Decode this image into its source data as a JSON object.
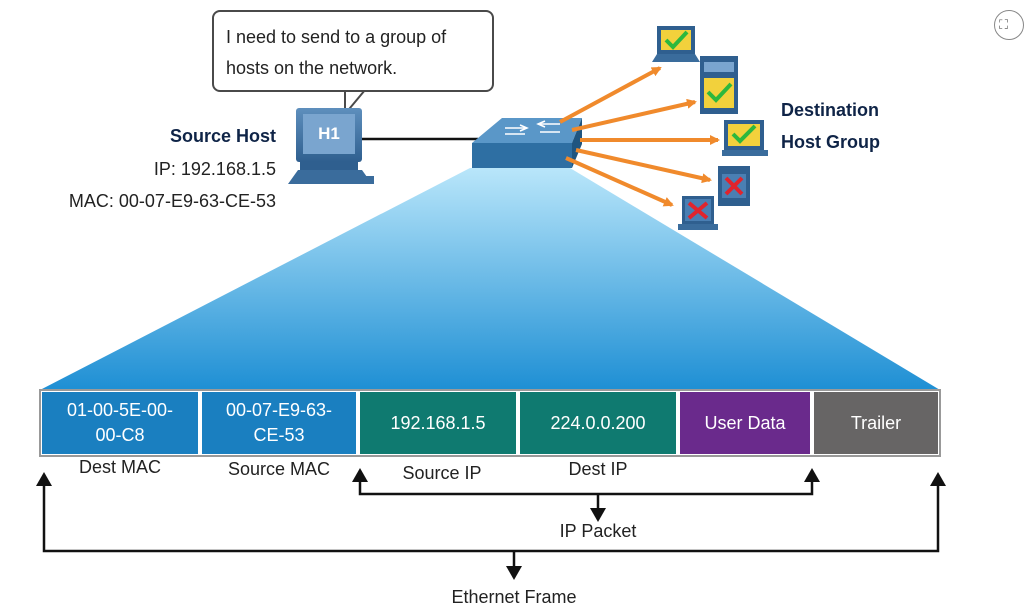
{
  "bubble_text": "I need to send to a group of hosts on the network.",
  "source_host": {
    "title": "Source Host",
    "ip": "IP: 192.168.1.5",
    "mac": "MAC: 00-07-E9-63-CE-53",
    "pc_label": "H1"
  },
  "destination": {
    "line1": "Destination",
    "line2": "Host Group"
  },
  "frame_fields": [
    {
      "text": "01-00-5E-00-00-C8",
      "color": "#1a7fc0"
    },
    {
      "text": "00-07-E9-63-CE-53",
      "color": "#1a7fc0"
    },
    {
      "text": "192.168.1.5",
      "color": "#0f7a70"
    },
    {
      "text": "224.0.0.200",
      "color": "#0f7a70"
    },
    {
      "text": "User Data",
      "color": "#6a2a8c"
    },
    {
      "text": "Trailer",
      "color": "#676565"
    }
  ],
  "field_labels": {
    "dest_mac": "Dest MAC",
    "source_mac": "Source MAC",
    "source_ip": "Source IP",
    "dest_ip": "Dest IP"
  },
  "brackets": {
    "ip_packet": "IP Packet",
    "ethernet_frame": "Ethernet Frame"
  },
  "colors": {
    "arrow": "#f08a2c",
    "check": "#2db83d",
    "cross": "#e0242d",
    "switch": "#2e6fa3",
    "wedge_top": "#8fd6f5",
    "wedge_bottom": "#1e8fd4"
  }
}
